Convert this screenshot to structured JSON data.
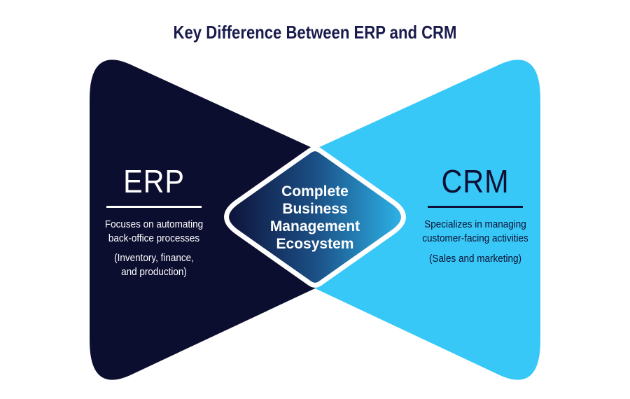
{
  "title": "Key Difference Between ERP and CRM",
  "colors": {
    "background": "#ffffff",
    "title_text": "#1a1b4d",
    "erp_shape": "#0c0e30",
    "crm_shape": "#38c8f7",
    "erp_text": "#ffffff",
    "crm_text": "#0d1034",
    "diamond_border": "#ffffff",
    "diamond_gradient_start": "#0e1238",
    "diamond_gradient_mid": "#1b4f85",
    "diamond_gradient_end": "#2db4e8"
  },
  "erp": {
    "title": "ERP",
    "desc_line1": "Focuses on automating",
    "desc_line2": "back-office processes",
    "note_line1": "(Inventory, finance,",
    "note_line2": "and production)"
  },
  "crm": {
    "title": "CRM",
    "desc_line1": "Specializes in managing",
    "desc_line2": "customer-facing activities",
    "note_line1": "(Sales and marketing)"
  },
  "center": {
    "line1": "Complete",
    "line2": "Business",
    "line3": "Management",
    "line4": "Ecosystem"
  }
}
